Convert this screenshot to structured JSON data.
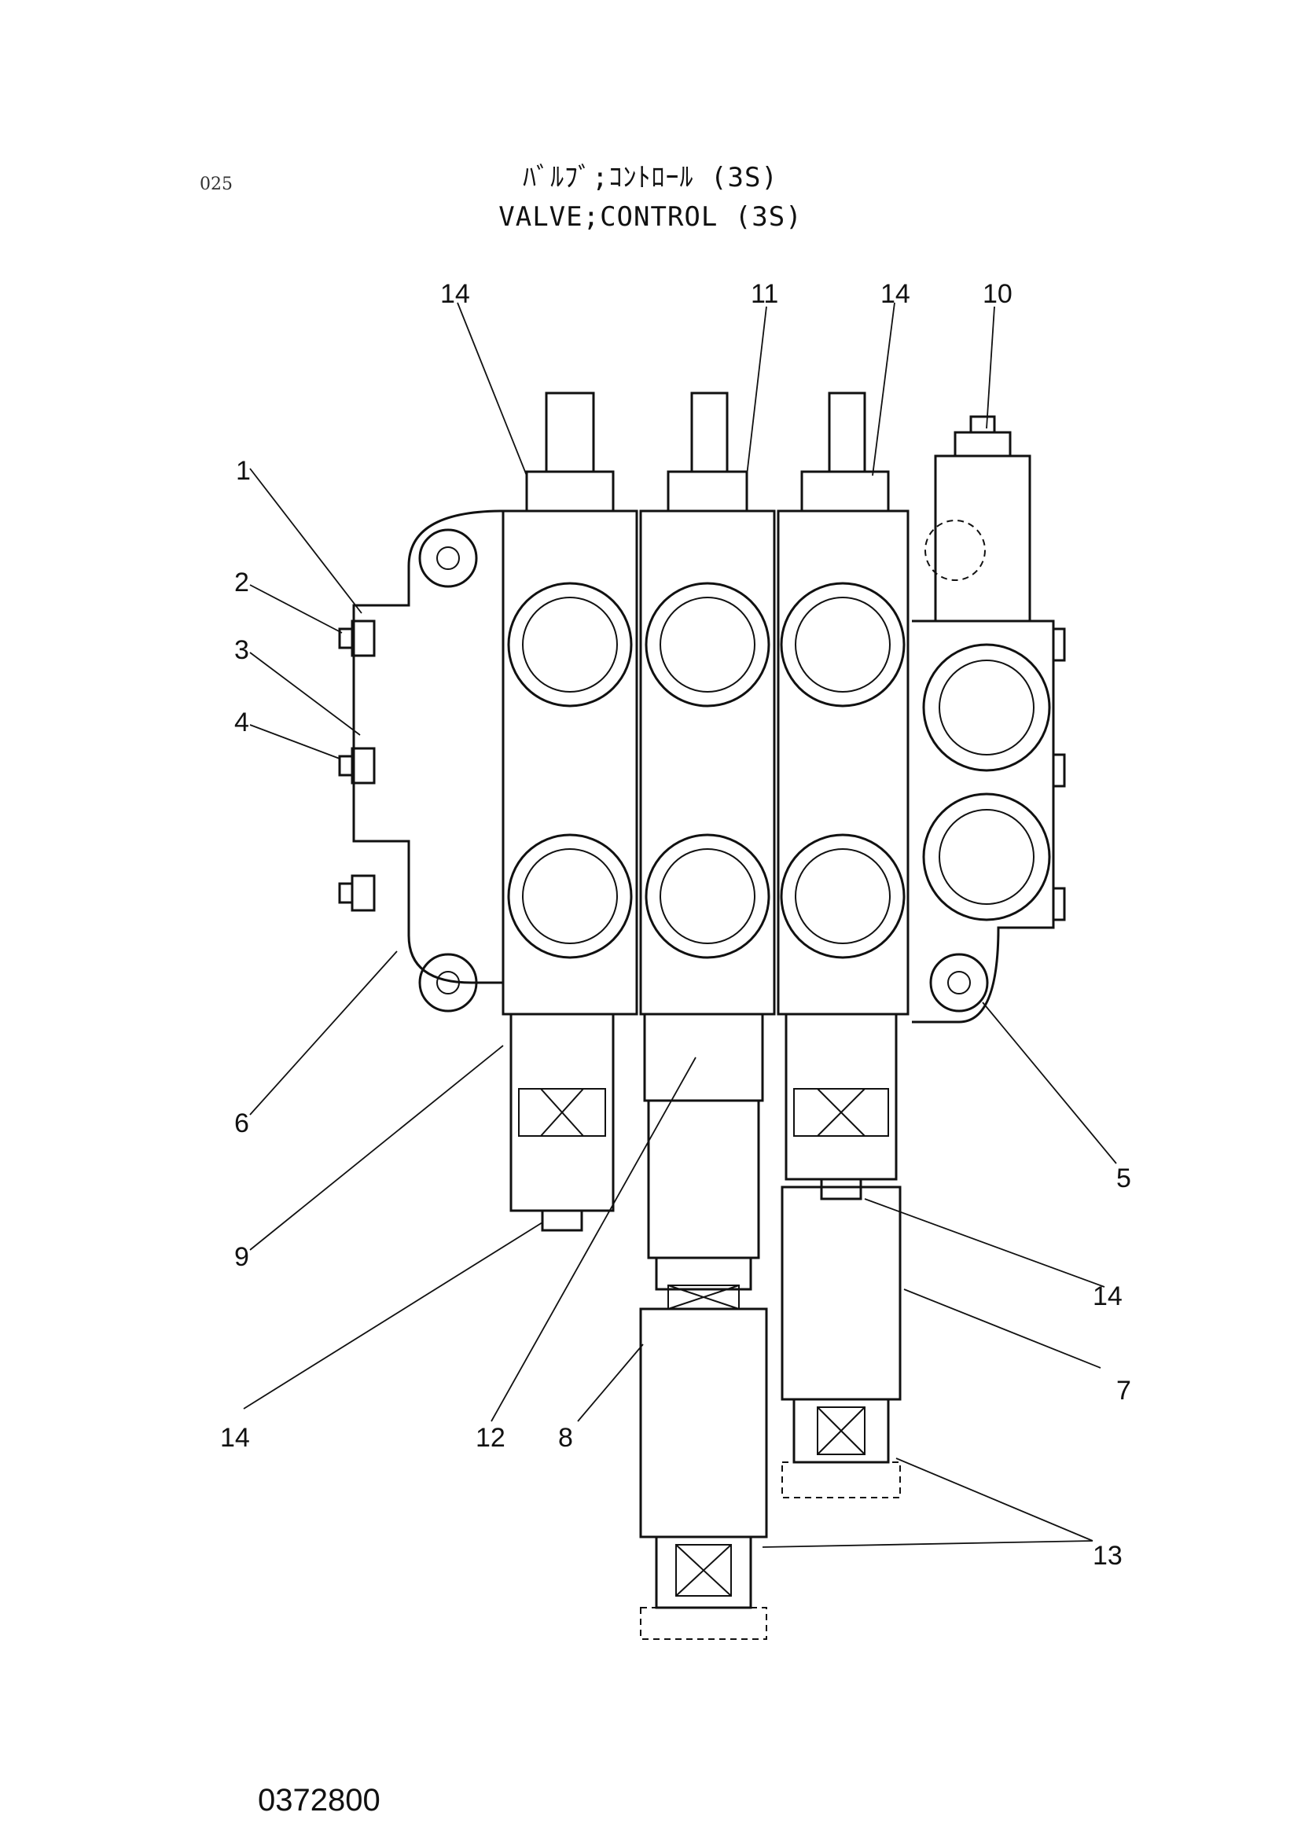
{
  "page_number": "025",
  "title_jp": "ﾊﾞﾙﾌﾞ;ｺﾝﾄﾛｰﾙ (3S)",
  "title_en": "VALVE;CONTROL (3S)",
  "drawing_number": "0372800",
  "callouts": [
    "1",
    "2",
    "3",
    "4",
    "5",
    "6",
    "7",
    "8",
    "9",
    "10",
    "11",
    "12",
    "13",
    "14",
    "14",
    "14",
    "14"
  ]
}
